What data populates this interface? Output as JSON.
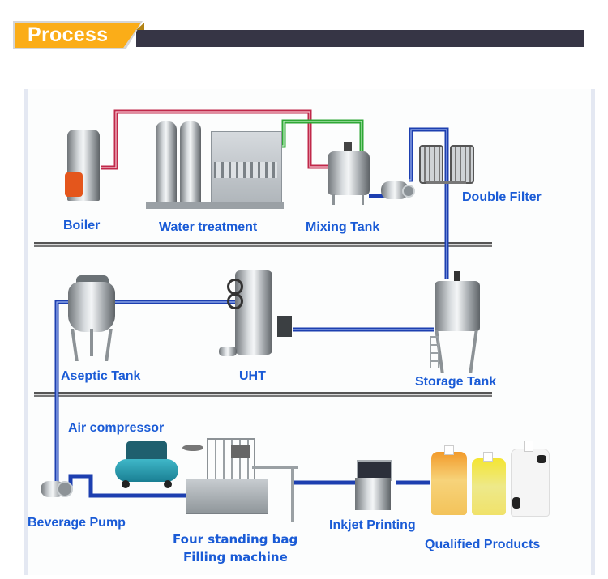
{
  "header": {
    "title": "Process",
    "accent_color": "#fbad18",
    "bar_color": "#363545"
  },
  "pipe_colors": {
    "steam": "#c0294a",
    "water": "#2fa836",
    "product": "#1d3fb0"
  },
  "label_color": "#1a5bd6",
  "stages": {
    "boiler": "Boiler",
    "water_treatment": "Water treatment",
    "mixing_tank": "Mixing Tank",
    "double_filter": "Double Filter",
    "storage_tank": "Storage Tank",
    "uht": "UHT",
    "aseptic_tank": "Aseptic Tank",
    "air_compressor": "Air compressor",
    "beverage_pump": "Beverage Pump",
    "filling_machine_line1": "Four standing bag",
    "filling_machine_line2": "Filling machine",
    "inkjet_printing": "Inkjet Printing",
    "qualified_products": "Qualified Products"
  }
}
